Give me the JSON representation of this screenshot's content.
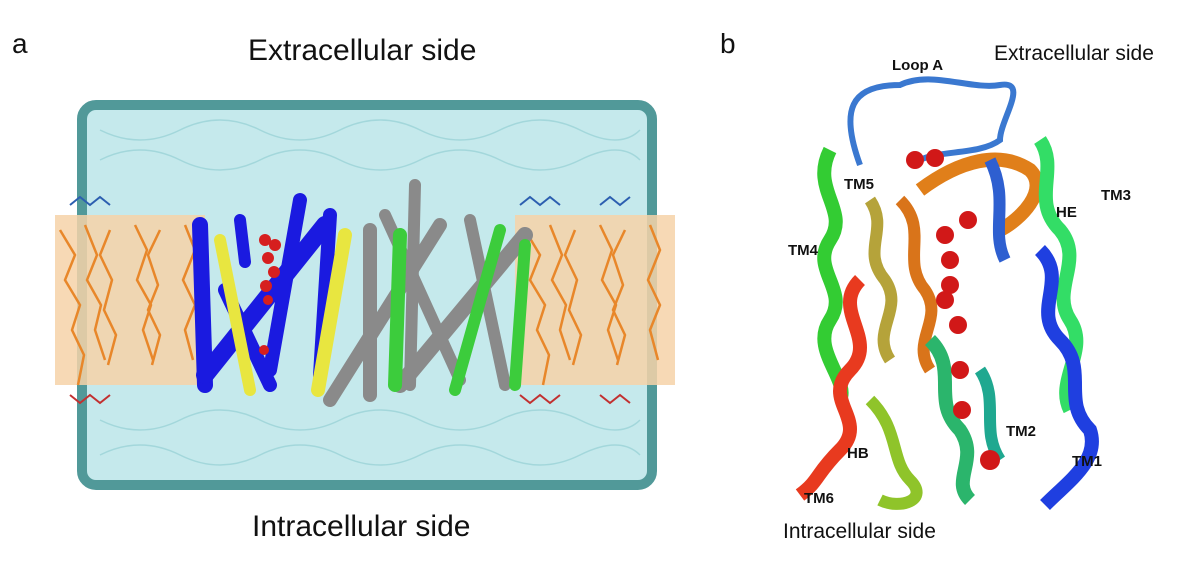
{
  "panel_a": {
    "letter": "a",
    "top_label": "Extracellular side",
    "bottom_label": "Intracellular side"
  },
  "panel_b": {
    "letter": "b",
    "top_label": "Extracellular side",
    "bottom_label": "Intracellular side",
    "helix_labels": {
      "loop_a": "Loop A",
      "tm5": "TM5",
      "he": "HE",
      "tm3": "TM3",
      "tm4": "TM4",
      "tm2": "TM2",
      "hb": "HB",
      "tm1": "TM1",
      "tm6": "TM6"
    }
  },
  "colors": {
    "water": "#bfe7ea",
    "water_edge": "#3f8f8f",
    "lipid": "#e8872a",
    "helix_blue": "#1a1ae0",
    "helix_yellow": "#e8e640",
    "helix_gray": "#8a8a8a",
    "helix_green": "#3ccc3c",
    "water_molecule": "#d61f1f"
  }
}
